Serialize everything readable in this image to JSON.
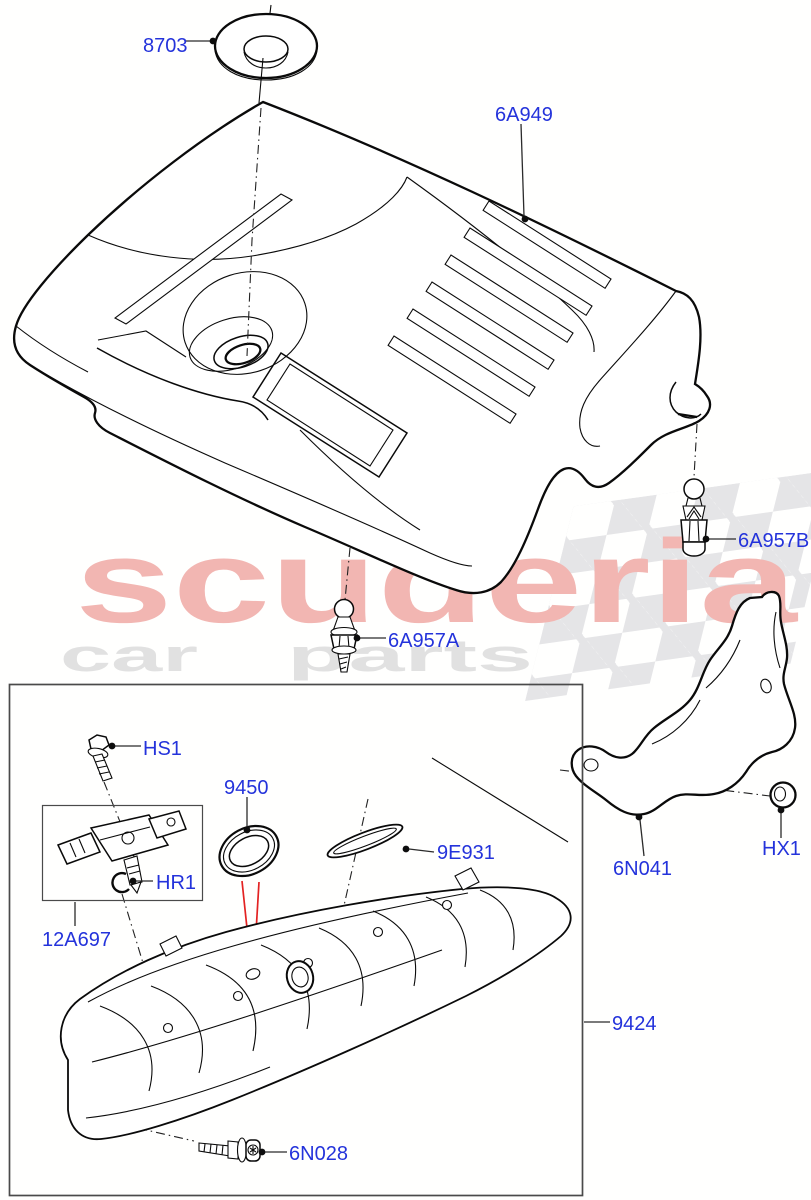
{
  "watermark": {
    "brand": "scuderia",
    "sub_left": "car",
    "sub_right": "parts",
    "brand_color": "#f2b6b2",
    "sub_color": "#e1e1e1",
    "flag_color": "#e5e5e7"
  },
  "colors": {
    "label_blue": "#2433db",
    "pointer_red": "#e32222",
    "line": "#0a0a0a",
    "box_border": "#4a4a4a",
    "background": "#ffffff"
  },
  "parts": {
    "grommet": "8703",
    "engine_cover": "6A949",
    "stud_right": "6A957B",
    "stud_center": "6A957A",
    "screw": "HS1",
    "retainer": "HR1",
    "sensor": "12A697",
    "seal": "9450",
    "gasket": "9E931",
    "heat_shield": "6N041",
    "nut": "HX1",
    "manifold": "9424",
    "bolt": "6N028"
  }
}
